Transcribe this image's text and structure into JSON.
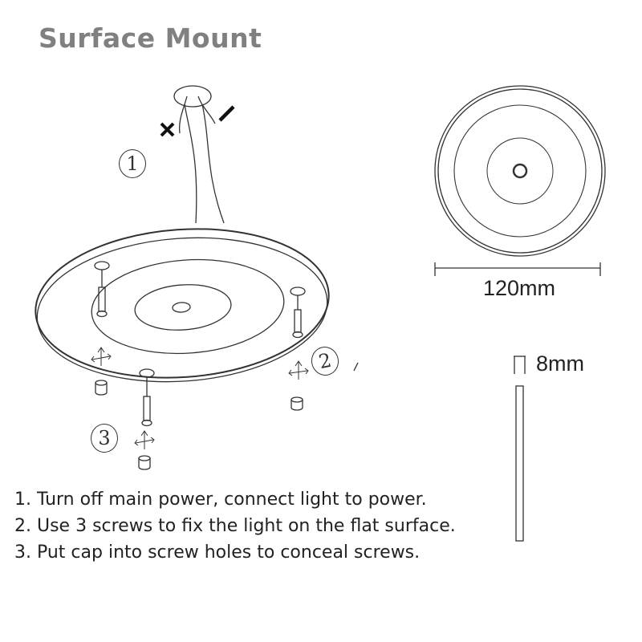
{
  "title": "Surface Mount",
  "steps": {
    "labels": [
      "1",
      "2",
      "3"
    ]
  },
  "dimensions": {
    "diameter": "120mm",
    "thickness": "8mm"
  },
  "instructions": [
    "1. Turn off main power, connect light to power.",
    "2. Use 3 screws to fix the light on the flat surface.",
    "3. Put cap into screw holes to conceal screws."
  ],
  "colors": {
    "title": "#808080",
    "line": "#333333",
    "text": "#222222"
  },
  "icons": [
    "wire-cross-icon",
    "wire-minus-icon",
    "screw-icon",
    "cap-icon",
    "rotate-arrow-icon"
  ]
}
